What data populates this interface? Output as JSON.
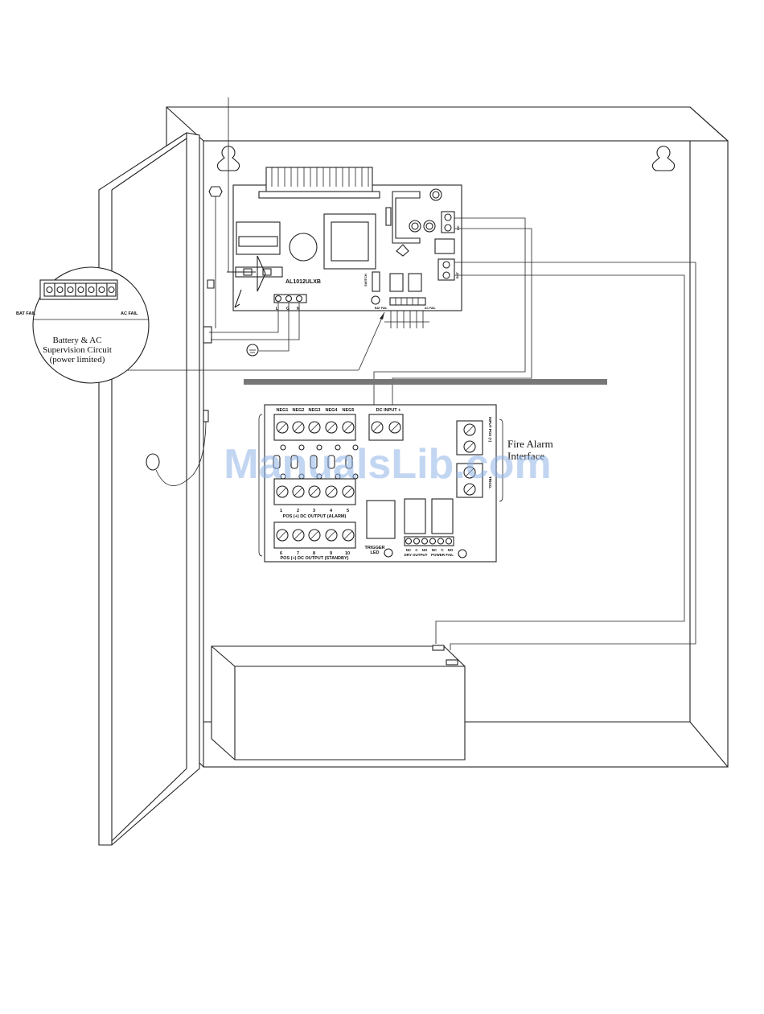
{
  "watermark": "ManualsLib.com",
  "callout": {
    "left_label": "BAT FAIL",
    "right_label": "AC FAIL",
    "caption_line1": "Battery & AC",
    "caption_line2": "Supervision Circuit",
    "caption_line3": "(power limited)"
  },
  "power_board": {
    "model": "AL1012ULXB",
    "ac_terminals": [
      "L",
      "G",
      "N"
    ],
    "fail_labels": [
      "BAT FAIL",
      "AC FAIL"
    ],
    "dc_label": "DC",
    "bat_label": "BAT"
  },
  "distribution_board": {
    "neg_labels": [
      "NEG1",
      "NEG2",
      "NEG3",
      "NEG4",
      "NEG5"
    ],
    "dc_input_label": "DC INPUT +",
    "alarm_numbers": [
      "1",
      "2",
      "3",
      "4",
      "5"
    ],
    "alarm_label": "POS (+) DC OUTPUT (ALARM)",
    "standby_numbers": [
      "6",
      "7",
      "8",
      "9",
      "10"
    ],
    "standby_label": "POS (+) DC OUTPUT (STANDBY)",
    "trigger_led_line1": "TRIGGER",
    "trigger_led_line2": "LED",
    "relay_contacts": [
      "NC",
      "C",
      "NO",
      "NC",
      "C",
      "NO"
    ],
    "dry_output_label": "DRY OUTPUT",
    "power_fail_label": "POWER FAIL",
    "input_side_label": "INPUT POS (+)",
    "trigger_side_label": "TRIGG."
  },
  "fire_alarm_label_line1": "Fire Alarm",
  "fire_alarm_label_line2": "Interface"
}
